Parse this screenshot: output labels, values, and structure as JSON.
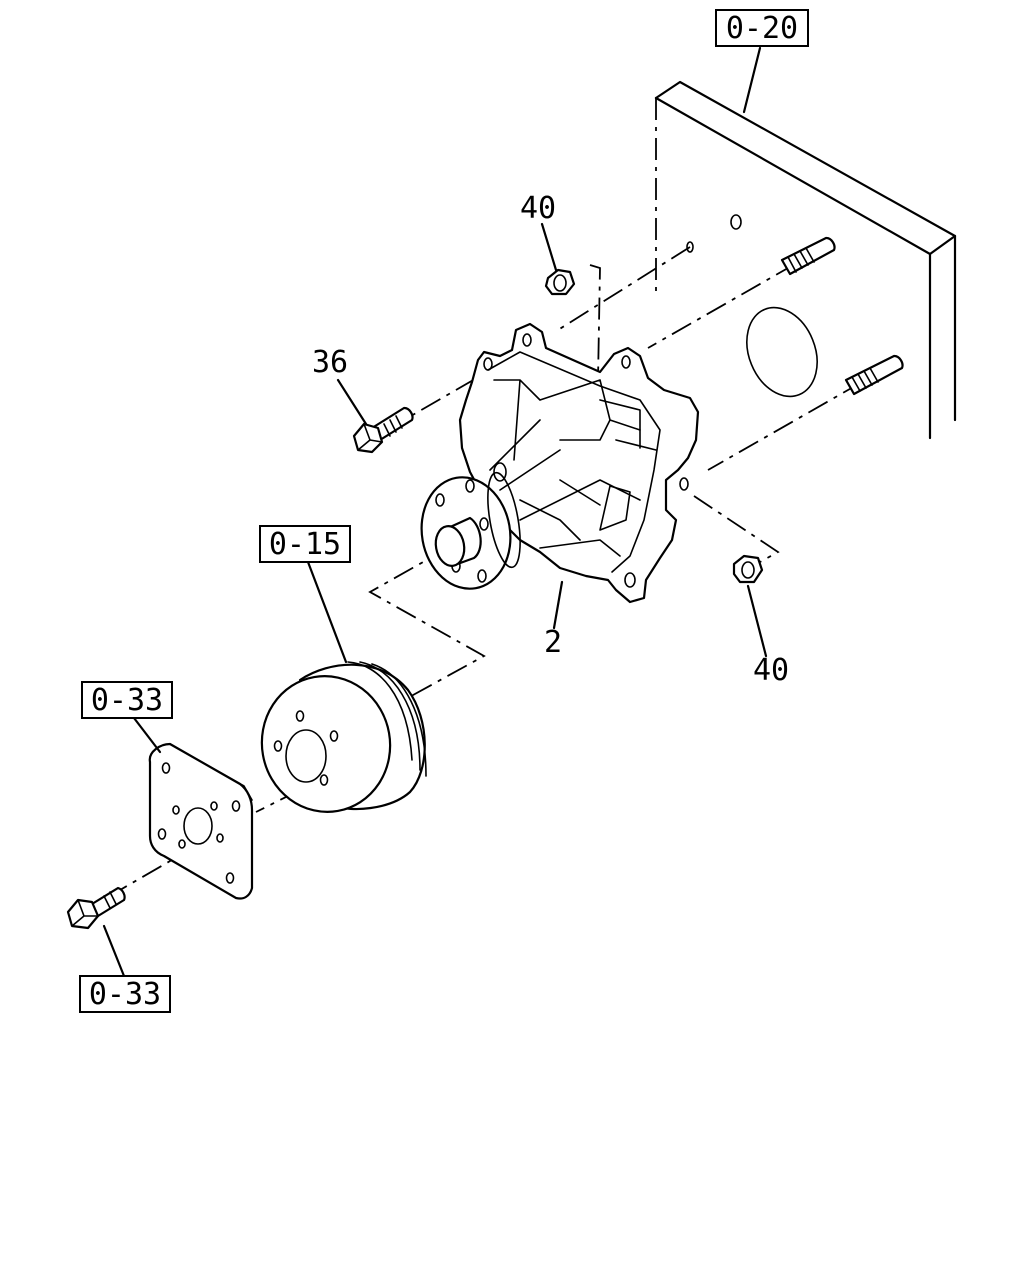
{
  "callouts": {
    "ref_0_20": "0-20",
    "ref_0_15": "0-15",
    "ref_0_33_plate": "0-33",
    "ref_0_33_bolt": "0-33",
    "part_40_top": "40",
    "part_40_bottom": "40",
    "part_36": "36",
    "part_2": "2"
  }
}
